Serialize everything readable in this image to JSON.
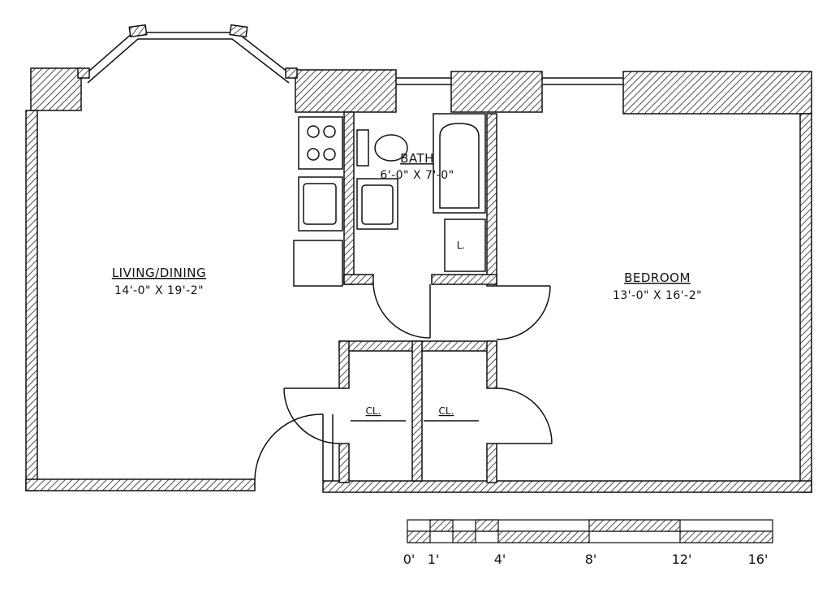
{
  "rooms": {
    "living": {
      "title": "LIVING/DINING",
      "dims": "14'-0\" X 19'-2\""
    },
    "bath": {
      "title": "BATH",
      "dims": "6'-0\" X 7'-0\""
    },
    "bedroom": {
      "title": "BEDROOM",
      "dims": "13'-0\" X 16'-2\""
    },
    "closet_1": {
      "title": "CL."
    },
    "closet_2": {
      "title": "CL."
    },
    "linen": {
      "title": "L."
    }
  },
  "scale_bar": {
    "ticks": [
      "0'",
      "1'",
      "4'",
      "8'",
      "12'",
      "16'"
    ]
  }
}
